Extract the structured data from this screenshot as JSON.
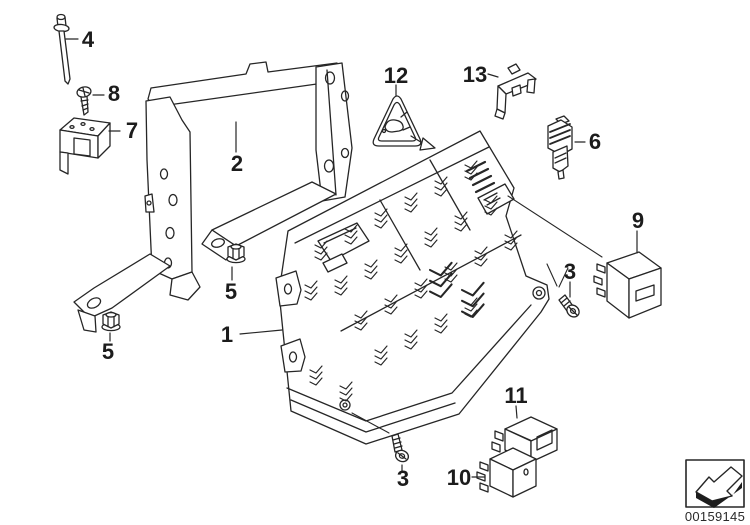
{
  "diagram": {
    "callouts": [
      {
        "label": "1"
      },
      {
        "label": "2"
      },
      {
        "label": "3"
      },
      {
        "label": "3"
      },
      {
        "label": "4"
      },
      {
        "label": "5"
      },
      {
        "label": "5"
      },
      {
        "label": "6"
      },
      {
        "label": "7"
      },
      {
        "label": "8"
      },
      {
        "label": "9"
      },
      {
        "label": "10"
      },
      {
        "label": "11"
      },
      {
        "label": "12"
      },
      {
        "label": "13"
      }
    ],
    "image_id": "00159145",
    "colors": {
      "ink": "#262626",
      "background": "#ffffff"
    },
    "icons": {
      "corner_icon": "page-turn-arrow-icon"
    }
  }
}
